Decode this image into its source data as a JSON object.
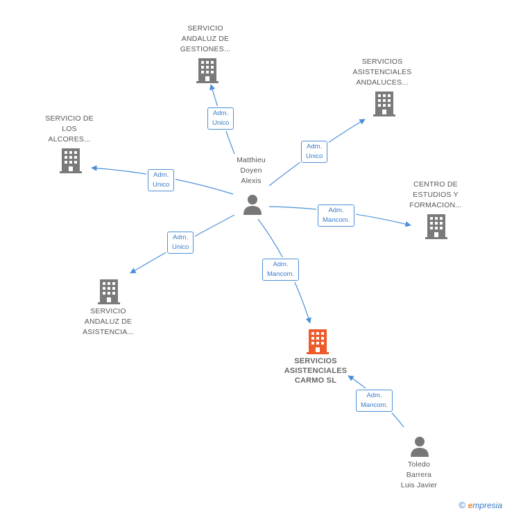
{
  "colors": {
    "edge": "#4a8fd8",
    "building": "#7a7a7a",
    "building_highlight": "#ee5a2a",
    "person": "#777777"
  },
  "center_person": {
    "lines": [
      "Matthieu",
      "Doyen",
      "Alexis"
    ],
    "icon": "person-icon"
  },
  "second_person": {
    "lines": [
      "Toledo",
      "Barrera",
      "Luis Javier"
    ],
    "icon": "person-icon"
  },
  "companies": [
    {
      "id": "gestiones",
      "lines": [
        "SERVICIO",
        "ANDALUZ DE",
        "GESTIONES..."
      ],
      "icon": "building-icon"
    },
    {
      "id": "andaluces",
      "lines": [
        "SERVICIOS",
        "ASISTENCIALES",
        "ANDALUCES..."
      ],
      "icon": "building-icon"
    },
    {
      "id": "alcores",
      "lines": [
        "SERVICIO DE",
        "LOS",
        "ALCORES..."
      ],
      "icon": "building-icon"
    },
    {
      "id": "centro",
      "lines": [
        "CENTRO DE",
        "ESTUDIOS Y",
        "FORMACION..."
      ],
      "icon": "building-icon"
    },
    {
      "id": "asistencia",
      "lines": [
        "SERVICIO",
        "ANDALUZ DE",
        "ASISTENCIA..."
      ],
      "icon": "building-icon"
    },
    {
      "id": "carmo",
      "lines": [
        "SERVICIOS",
        "ASISTENCIALES",
        "CARMO SL"
      ],
      "icon": "building-icon",
      "highlight": true
    }
  ],
  "relations": [
    {
      "to": "gestiones",
      "lines": [
        "Adm.",
        "Unico"
      ]
    },
    {
      "to": "andaluces",
      "lines": [
        "Adm.",
        "Unico"
      ]
    },
    {
      "to": "alcores",
      "lines": [
        "Adm.",
        "Unico"
      ]
    },
    {
      "to": "centro",
      "lines": [
        "Adm.",
        "Mancom."
      ]
    },
    {
      "to": "asistencia",
      "lines": [
        "Adm.",
        "Unico"
      ]
    },
    {
      "to": "carmo",
      "lines": [
        "Adm.",
        "Mancom."
      ]
    },
    {
      "from": "toledo",
      "to": "carmo",
      "lines": [
        "Adm.",
        "Mancom."
      ]
    }
  ],
  "footer": {
    "symbol": "©",
    "brand_initial": "e",
    "brand_rest": "mpresia"
  }
}
